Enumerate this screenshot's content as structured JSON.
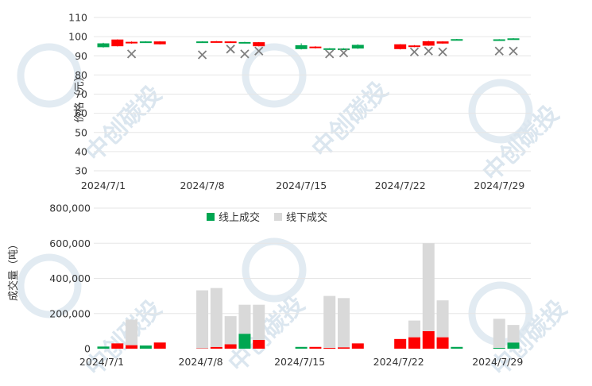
{
  "colors": {
    "up": "#00a651",
    "down": "#ff0000",
    "offline": "#d9d9d9",
    "marker": "#7f7f7f",
    "grid": "#e6e6e6",
    "watermark": "#dbe6ef"
  },
  "watermark": {
    "text": "中创碳投",
    "icon": "co2-logo-watermark-icon"
  },
  "charts": {
    "price": {
      "ylabel": "价格（元）",
      "ylim": [
        30,
        110
      ],
      "yticks": [
        "30",
        "40",
        "50",
        "60",
        "70",
        "80",
        "90",
        "100",
        "110"
      ],
      "xticks": [
        "2024/7/1",
        "2024/7/8",
        "2024/7/15",
        "2024/7/22",
        "2024/7/29"
      ]
    },
    "volume": {
      "ylabel": "成交量（吨）",
      "ylim": [
        0,
        800000
      ],
      "yticks": [
        "0",
        "200,000",
        "400,000",
        "600,000",
        "800,000"
      ],
      "xticks": [
        "2024/7/1",
        "2024/7/8",
        "2024/7/15",
        "2024/7/22",
        "2024/7/29"
      ],
      "legend": {
        "online": "线上成交",
        "offline": "线下成交"
      }
    }
  },
  "chart_data": [
    {
      "type": "candlestick",
      "ylabel": "价格（元）",
      "ylim": [
        30,
        110
      ],
      "x": [
        "2024/7/1",
        "2024/7/2",
        "2024/7/3",
        "2024/7/4",
        "2024/7/5",
        "2024/7/8",
        "2024/7/9",
        "2024/7/10",
        "2024/7/11",
        "2024/7/12",
        "2024/7/15",
        "2024/7/16",
        "2024/7/17",
        "2024/7/18",
        "2024/7/19",
        "2024/7/22",
        "2024/7/23",
        "2024/7/24",
        "2024/7/25",
        "2024/7/26",
        "2024/7/29",
        "2024/7/30"
      ],
      "open": [
        94.5,
        98.5,
        97.3,
        97.0,
        97.5,
        97.5,
        97.6,
        97.5,
        96.7,
        97.1,
        93.5,
        94.8,
        93.9,
        93.4,
        93.8,
        96.0,
        95.4,
        97.6,
        97.5,
        98.1,
        98.3,
        98.6
      ],
      "close": [
        96.5,
        95.0,
        96.5,
        97.5,
        96.0,
        97.5,
        97.5,
        96.8,
        97.2,
        95.0,
        95.5,
        94.0,
        93.9,
        93.8,
        95.7,
        93.5,
        94.7,
        95.3,
        96.4,
        98.7,
        98.6,
        99.1
      ],
      "high": [
        96.8,
        98.6,
        97.5,
        97.6,
        97.6,
        97.6,
        97.7,
        97.6,
        97.3,
        97.2,
        96.5,
        95.0,
        94.0,
        94.0,
        96.0,
        96.1,
        95.6,
        97.8,
        97.6,
        98.8,
        98.7,
        99.2
      ],
      "low": [
        94.3,
        94.9,
        96.3,
        96.9,
        95.9,
        97.4,
        97.4,
        96.7,
        96.6,
        94.9,
        93.3,
        93.8,
        93.7,
        93.3,
        93.6,
        93.3,
        94.5,
        95.2,
        96.3,
        98.0,
        98.2,
        98.5
      ],
      "offline_price": [
        null,
        null,
        91.0,
        null,
        null,
        90.5,
        null,
        93.5,
        91.0,
        92.5,
        null,
        null,
        91.0,
        91.5,
        null,
        null,
        92.0,
        92.5,
        92.0,
        null,
        92.5,
        92.5
      ]
    },
    {
      "type": "bar",
      "stacked": true,
      "ylabel": "成交量（吨）",
      "ylim": [
        0,
        800000
      ],
      "legend_position": "top",
      "x": [
        "2024/7/1",
        "2024/7/2",
        "2024/7/3",
        "2024/7/4",
        "2024/7/5",
        "2024/7/8",
        "2024/7/9",
        "2024/7/10",
        "2024/7/11",
        "2024/7/12",
        "2024/7/15",
        "2024/7/16",
        "2024/7/17",
        "2024/7/18",
        "2024/7/19",
        "2024/7/22",
        "2024/7/23",
        "2024/7/24",
        "2024/7/25",
        "2024/7/26",
        "2024/7/29",
        "2024/7/30"
      ],
      "series": [
        {
          "name": "线上成交",
          "values": [
            12000,
            30000,
            20000,
            18000,
            35000,
            2000,
            10000,
            25000,
            85000,
            50000,
            10000,
            10000,
            5000,
            8000,
            30000,
            55000,
            65000,
            100000,
            65000,
            10000,
            5000,
            35000
          ],
          "direction": [
            "up",
            "down",
            "down",
            "up",
            "down",
            "down",
            "down",
            "down",
            "up",
            "down",
            "up",
            "down",
            "down",
            "down",
            "down",
            "down",
            "down",
            "down",
            "down",
            "up",
            "up",
            "up"
          ]
        },
        {
          "name": "线下成交",
          "values": [
            0,
            0,
            145000,
            0,
            0,
            330000,
            335000,
            160000,
            165000,
            200000,
            0,
            0,
            295000,
            280000,
            0,
            0,
            95000,
            500000,
            210000,
            0,
            165000,
            100000
          ]
        }
      ]
    }
  ]
}
